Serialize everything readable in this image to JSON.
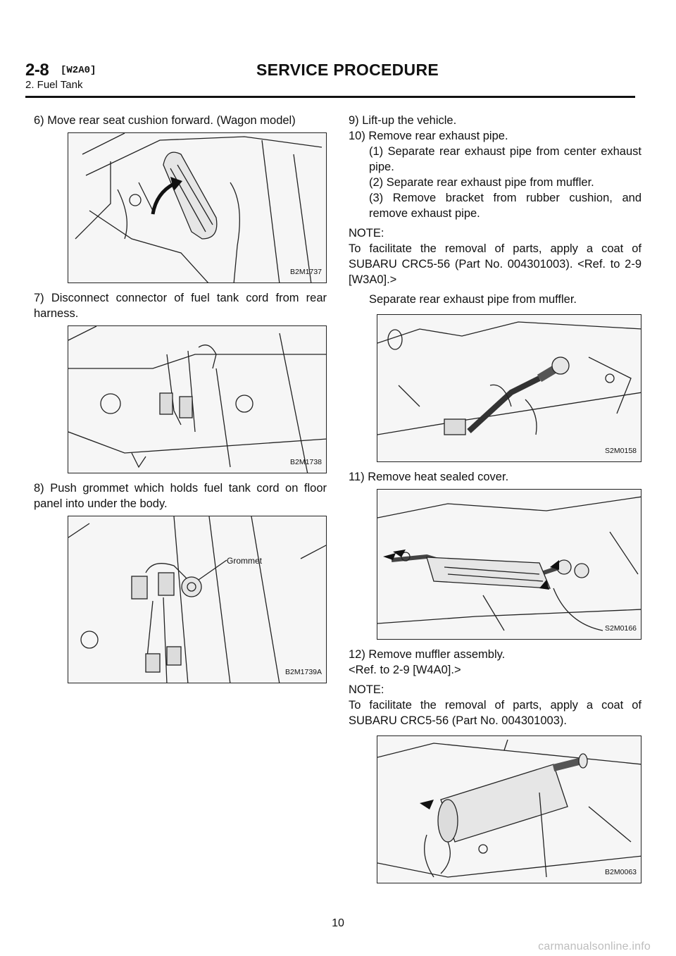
{
  "header": {
    "section_number": "2-8",
    "section_code": "[W2A0]",
    "title": "SERVICE PROCEDURE",
    "subtitle": "2. Fuel Tank"
  },
  "left_column": {
    "step6": "6) Move rear seat cushion forward. (Wagon model)",
    "fig1_caption": "B2M1737",
    "step7": "7) Disconnect connector of fuel tank cord from rear harness.",
    "fig2_caption": "B2M1738",
    "step8": "8) Push grommet which holds fuel tank cord on floor panel into under the body.",
    "fig3_caption": "B2M1739A",
    "fig3_label": "Grommet"
  },
  "right_column": {
    "step9": "9) Lift-up the vehicle.",
    "step10": "10) Remove rear exhaust pipe.",
    "step10_1": "(1) Separate rear exhaust pipe from center exhaust pipe.",
    "step10_2": "(2) Separate rear exhaust pipe from muffler.",
    "step10_3": "(3) Remove bracket from rubber cushion, and remove exhaust pipe.",
    "note1_title": "NOTE:",
    "note1_text": "To facilitate the removal of parts, apply a coat of SUBARU CRC5-56 (Part No. 004301003). <Ref. to 2-9 [W3A0].>",
    "separate_text": "Separate rear exhaust pipe from muffler.",
    "fig4_caption": "S2M0158",
    "step11": "11) Remove heat sealed cover.",
    "fig5_caption": "S2M0166",
    "step12": "12) Remove muffler assembly.",
    "step12_ref": "<Ref. to 2-9 [W4A0].>",
    "note2_title": "NOTE:",
    "note2_text": "To facilitate the removal of parts, apply a coat of SUBARU CRC5-56 (Part No. 004301003).",
    "fig6_caption": "B2M0063"
  },
  "page_number": "10",
  "watermark": "carmanualsonline.info"
}
